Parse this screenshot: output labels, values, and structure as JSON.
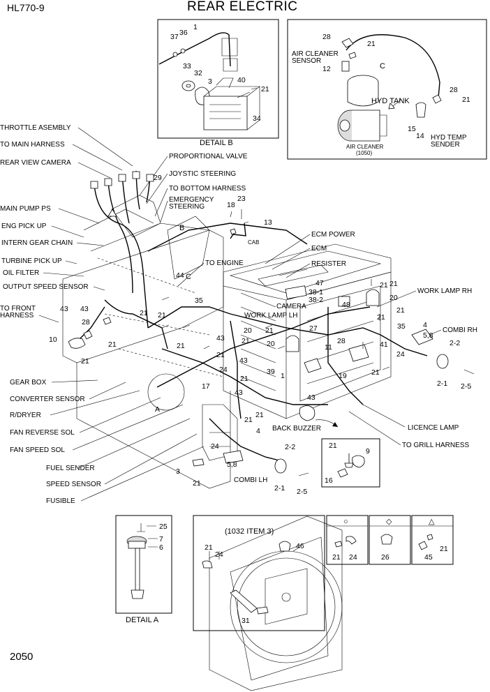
{
  "header": {
    "model": "HL770-9",
    "title": "REAR ELECTRIC"
  },
  "footer": {
    "page_number": "2050"
  },
  "left_callouts": [
    "THROTTLE ASEMBLY",
    "TO MAIN HARNESS",
    "REAR VIEW CAMERA",
    "MAIN PUMP PS",
    "ENG PICK UP",
    "INTERN GEAR CHAIN",
    "TURBINE PICK UP",
    "OIL FILTER",
    "OUTPUT SPEED SENSOR",
    "TO FRONT",
    "HARNESS",
    "GEAR BOX",
    "CONVERTER SENSOR",
    "R/DRYER",
    "FAN REVERSE SOL",
    "FAN SPEED SOL",
    "FUEL SENDER",
    "SPEED SENSOR",
    "FUSIBLE"
  ],
  "upper_callouts": [
    "PROPORTIONAL VALVE",
    "JOYSTIC STEERING",
    "TO BOTTOM HARNESS",
    "EMERGENCY",
    "STEERING",
    "TO ENGINE",
    "ECM POWER",
    "ECM",
    "RESISTER",
    "CAMERA",
    "WORK LAMP LH",
    "WORK LAMP RH",
    "COMBI RH",
    "BACK BUZZER",
    "LICENCE LAMP",
    "TO GRILL HARNESS",
    "COMBI LH",
    "CAB"
  ],
  "detail_b": {
    "caption": "DETAIL B",
    "numbers": [
      "37",
      "36",
      "1",
      "33",
      "32",
      "3",
      "40",
      "21",
      "34"
    ]
  },
  "detail_c": {
    "labels": [
      "AIR CLEANER",
      "SENSOR",
      "HYD TANK",
      "HYD TEMP",
      "SENDER",
      "AIR CLEANER",
      "(1050)",
      "C"
    ],
    "numbers": [
      "28",
      "21",
      "12",
      "28",
      "21",
      "15",
      "14"
    ]
  },
  "detail_a": {
    "caption": "DETAIL A",
    "numbers": [
      "25",
      "7",
      "6"
    ]
  },
  "detail_1032": {
    "caption": "(1032 ITEM 3)",
    "numbers": [
      "21",
      "24",
      "46",
      "31"
    ]
  },
  "legend": {
    "symbols": [
      "○",
      "◇",
      "△"
    ],
    "circle_numbers": [
      "21",
      "24"
    ],
    "diamond_numbers": [
      "26"
    ],
    "triangle_numbers": [
      "21",
      "45"
    ]
  },
  "detail_buzzer": {
    "numbers": [
      "21",
      "9",
      "16"
    ]
  },
  "main_numbers": [
    "29",
    "18",
    "23",
    "13",
    "B",
    "44",
    "C",
    "35",
    "21",
    "43",
    "28",
    "10",
    "21",
    "21",
    "21",
    "24",
    "17",
    "A",
    "43",
    "21",
    "20",
    "39",
    "1",
    "43",
    "21",
    "4",
    "24",
    "2-2",
    "5,8",
    "2-1",
    "2-5",
    "3",
    "21",
    "47",
    "38-1",
    "38-2",
    "48",
    "21",
    "20",
    "21",
    "35",
    "4",
    "5,8",
    "2-2",
    "27",
    "11",
    "28",
    "41",
    "24",
    "19",
    "21",
    "2-1",
    "2-5",
    "43",
    "21",
    "21",
    "43",
    "21",
    "20",
    "21",
    "21",
    "21",
    "21",
    "43"
  ],
  "colors": {
    "ink": "#000000",
    "paper": "#ffffff"
  }
}
